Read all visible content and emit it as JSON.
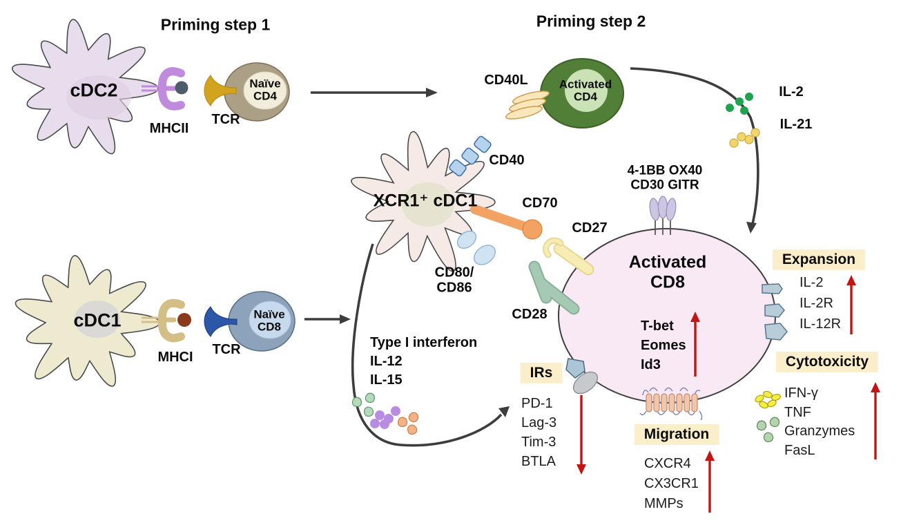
{
  "titles": {
    "step1": "Priming step 1",
    "step2": "Priming step 2"
  },
  "cells": {
    "cdc2": {
      "label": "cDC2"
    },
    "cdc1": {
      "label": "cDC1"
    },
    "xcr1_cdc1": {
      "label": "XCR1⁺ cDC1"
    },
    "naive_cd4": {
      "line1": "Naïve",
      "line2": "CD4"
    },
    "naive_cd8": {
      "line1": "Naïve",
      "line2": "CD8"
    },
    "activated_cd4": {
      "line1": "Activated",
      "line2": "CD4"
    },
    "activated_cd8": {
      "line1": "Activated",
      "line2": "CD8"
    }
  },
  "molecules": {
    "mhcii": "MHCII",
    "tcr_cd4": "TCR",
    "mhci": "MHCI",
    "tcr_cd8": "TCR",
    "cd40l": "CD40L",
    "cd40": "CD40",
    "cd70": "CD70",
    "cd80": "CD80/",
    "cd86": "CD86",
    "cd27": "CD27",
    "cd28": "CD28",
    "costim_line1": "4-1BB OX40",
    "costim_line2": "CD30 GITR",
    "il2": "IL-2",
    "il21": "IL-21"
  },
  "dc_cytokines": {
    "line1": "Type I interferon",
    "line2": "IL-12",
    "line3": "IL-15"
  },
  "transcription_factors": [
    "T-bet",
    "Eomes",
    "Id3"
  ],
  "panels": {
    "expansion": {
      "title": "Expansion",
      "items": [
        "IL-2",
        "IL-2R",
        "IL-12R"
      ],
      "trend": "up"
    },
    "cytotoxicity": {
      "title": "Cytotoxicity",
      "items": [
        "IFN-γ",
        "TNF",
        "Granzymes",
        "FasL"
      ],
      "trend": "up"
    },
    "irs": {
      "title": "IRs",
      "items": [
        "PD-1",
        "Lag-3",
        "Tim-3",
        "BTLA"
      ],
      "trend": "down"
    },
    "migration": {
      "title": "Migration",
      "items": [
        "CXCR4",
        "CX3CR1",
        "MMPs"
      ],
      "trend": "up"
    }
  },
  "colors": {
    "cdc2_fill": "#e8ddec",
    "cdc1_fill": "#edead0",
    "xcr1_fill": "#f5eae6",
    "naive_cd4_fill": "#ab9f86",
    "naive_cd8_fill": "#8da3bb",
    "activated_cd4_fill": "#527f37",
    "activated_cd8_fill": "#f9e9f5",
    "highlight_box": "#fbeecb",
    "up_down_arrow_red": "#c41414",
    "flow_arrow_dark": "#3d3d3d",
    "mhcii_purple": "#c08ade",
    "mhci_tan": "#d3be86",
    "tcr_gold": "#d2a31d",
    "tcr_blue": "#2c57a8",
    "cd40_blue": "#b5d3ec",
    "cd70_orange": "#f2a263",
    "cd27_yellow": "#f7ecb4",
    "cd28_green": "#a6c9b3",
    "il2_green": "#1ea34f",
    "il21_yellow": "#f3d66b"
  }
}
